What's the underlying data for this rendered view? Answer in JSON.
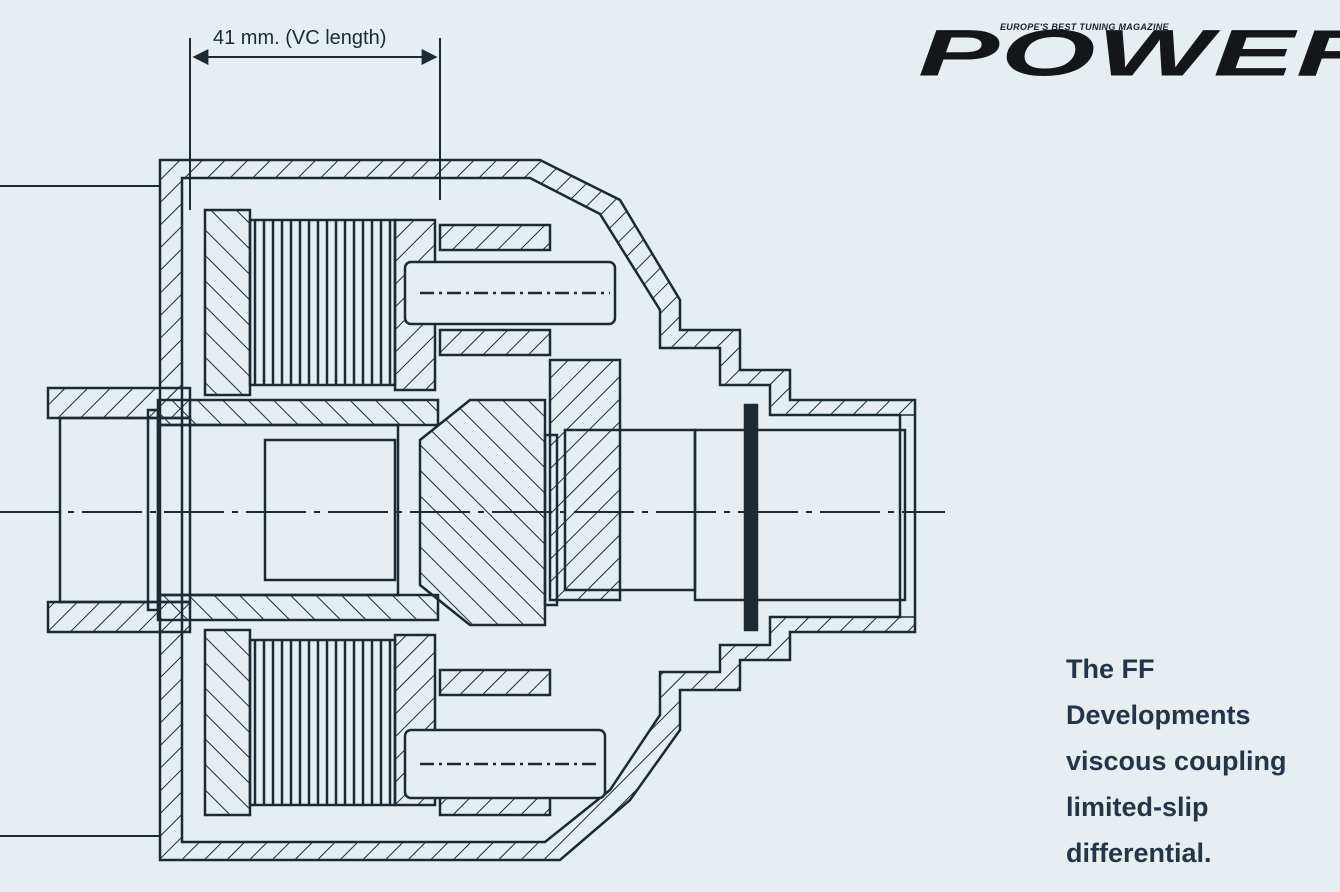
{
  "masthead": {
    "tagline": "EUROPE'S BEST TUNING MAGAZINE",
    "logo": "POWER"
  },
  "diagram": {
    "dimension_label": "41 mm. (VC length)"
  },
  "caption": {
    "lines": [
      "The FF",
      "Developments",
      "viscous coupling",
      "limited-slip",
      "differential."
    ]
  },
  "colors": {
    "background": "#e6eef2",
    "ink": "#1b2a33",
    "caption": "#233649",
    "logo": "#14161a"
  }
}
